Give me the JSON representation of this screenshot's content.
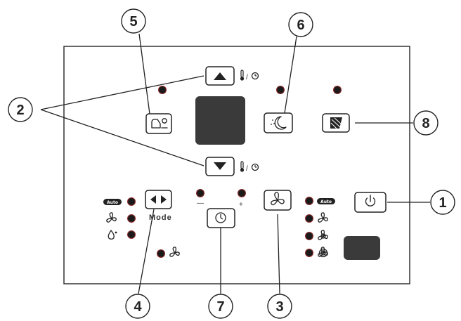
{
  "callouts": [
    {
      "number": "1",
      "target": "power-button"
    },
    {
      "number": "2",
      "target": "up-down-buttons"
    },
    {
      "number": "3",
      "target": "fan-button"
    },
    {
      "number": "4",
      "target": "mode-button"
    },
    {
      "number": "5",
      "target": "filter-button"
    },
    {
      "number": "6",
      "target": "sleep-button"
    },
    {
      "number": "7",
      "target": "timer-button"
    },
    {
      "number": "8",
      "target": "swing-button"
    }
  ],
  "labels": {
    "mode": "Mode",
    "temp_timer": "/",
    "minus": "—",
    "plus": "+",
    "auto_mode": "Auto",
    "auto_fan": "Auto"
  },
  "colors": {
    "panel_border": "#333333",
    "display": "#3a3a3a",
    "indicator": "#1a1a1a",
    "indicator_glow": "#b03030"
  }
}
